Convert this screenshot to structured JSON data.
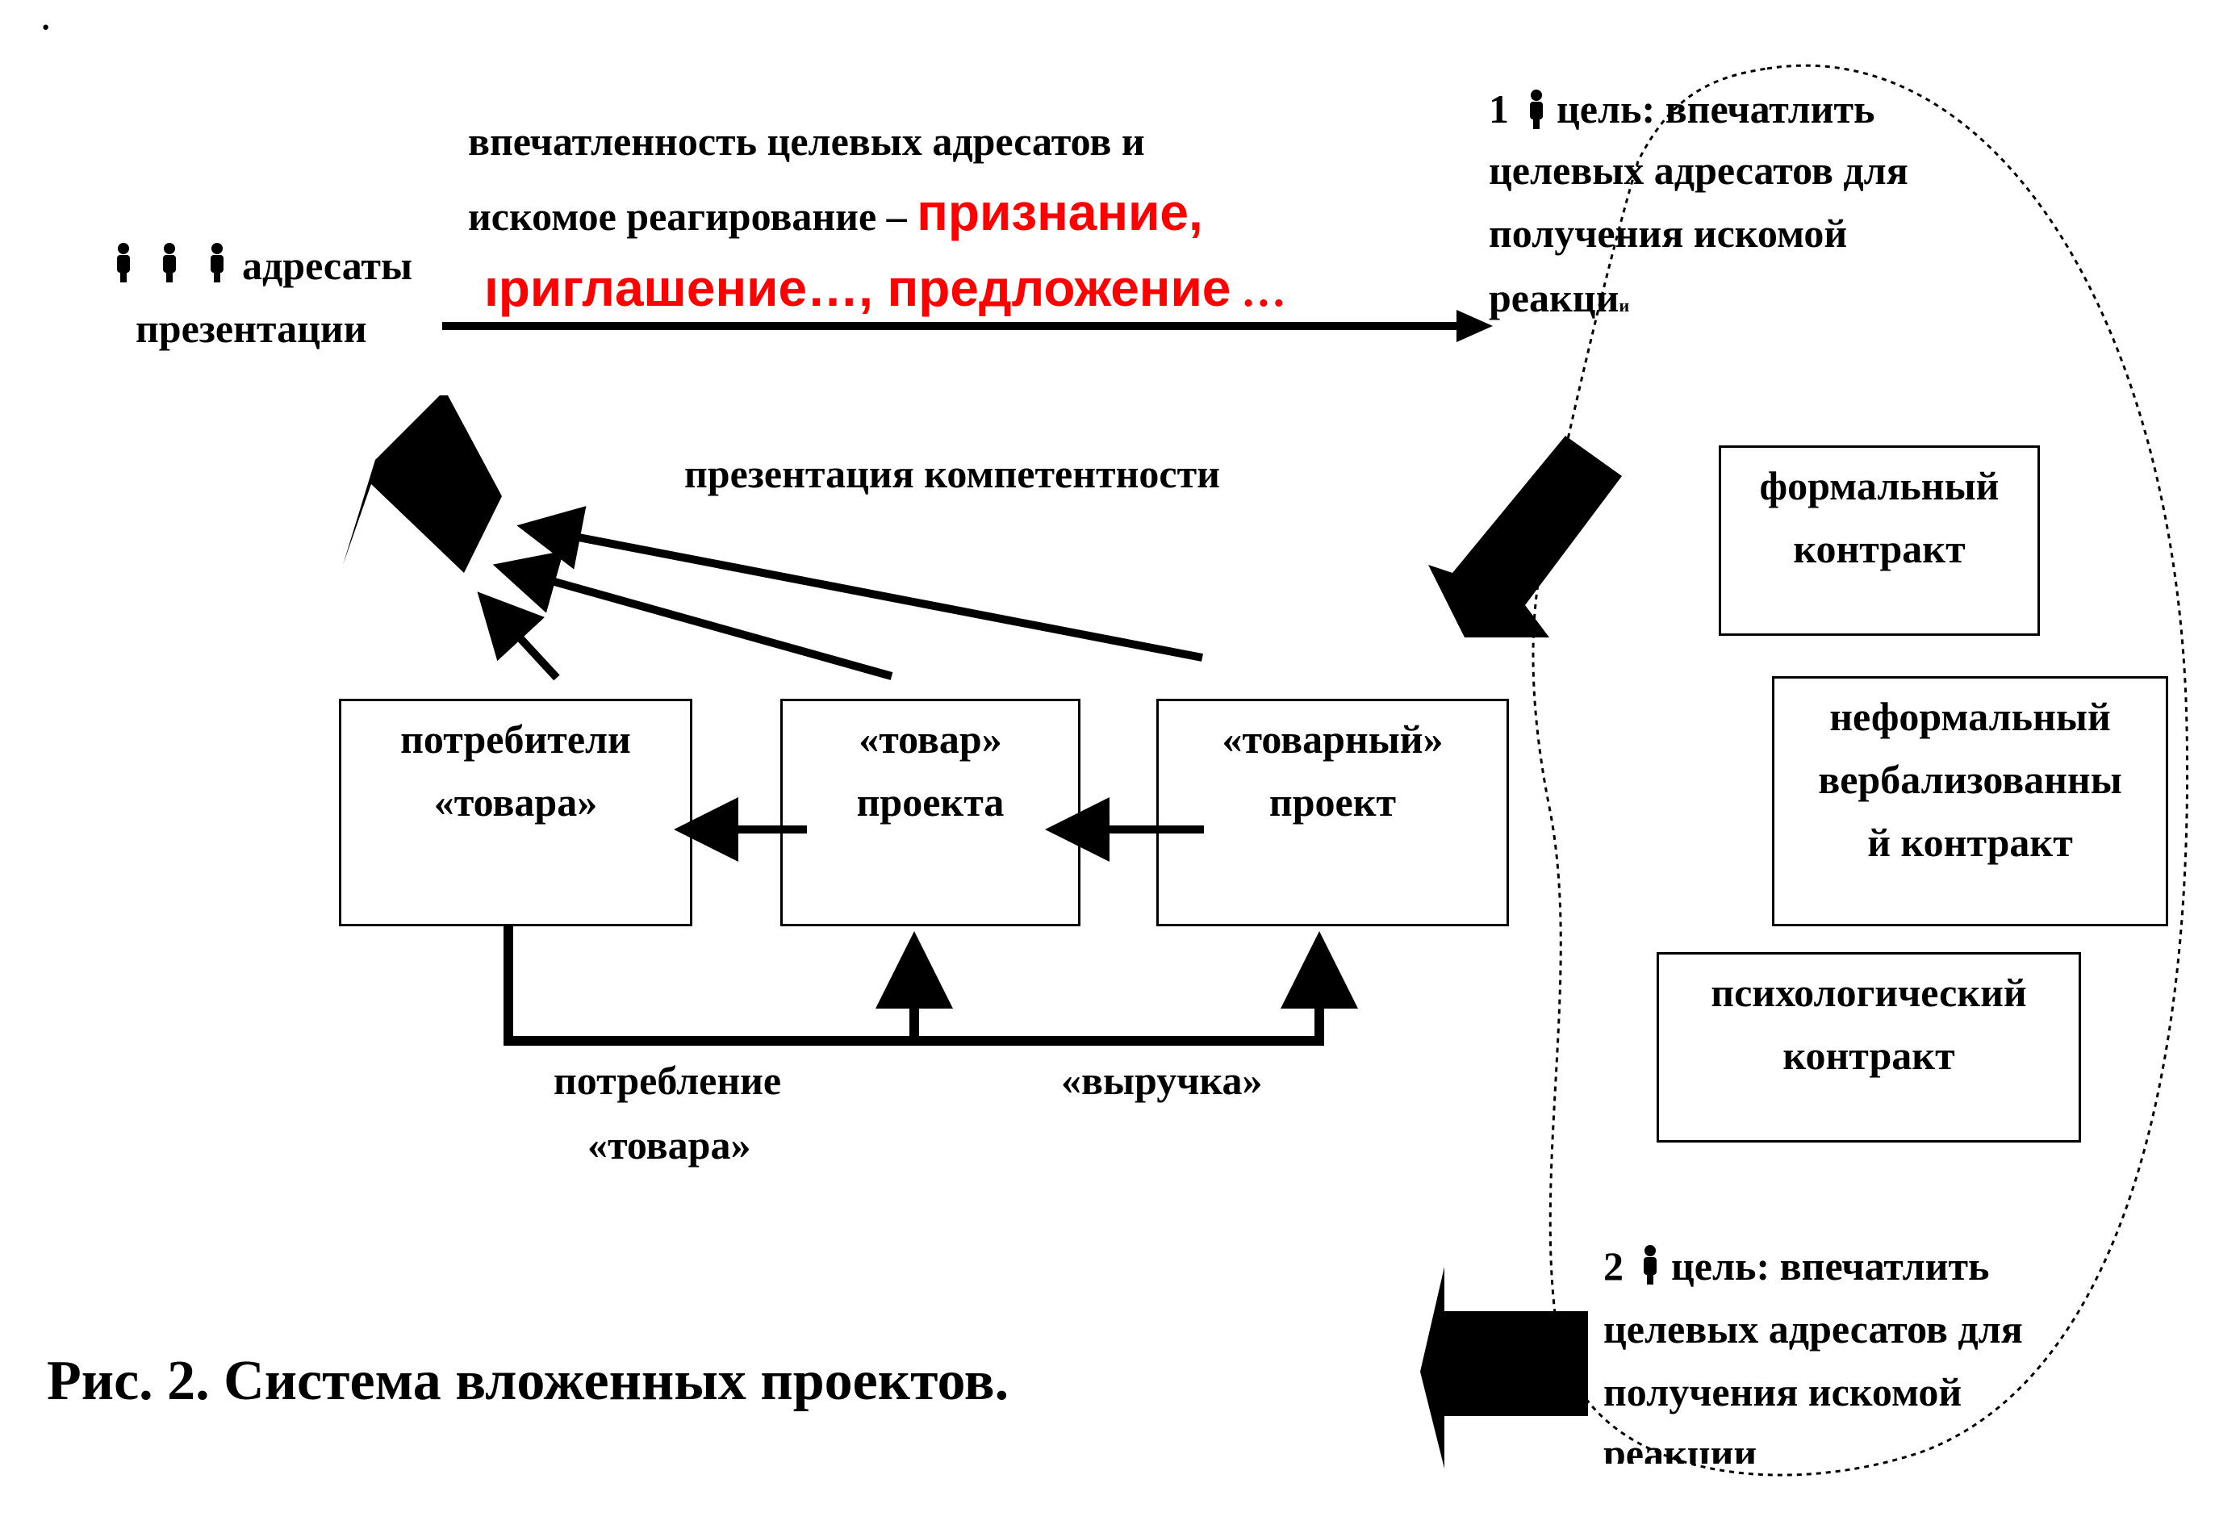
{
  "corner_mark": "·",
  "addressees": {
    "prefix_icons": "person-icon",
    "line1": "адресаты",
    "line2": "презентации"
  },
  "impression": {
    "line1": "впечатленность целевых адресатов и",
    "line2_black": "искомое реагирование –",
    "line2_red": "признание,",
    "line3_red": "ıриглашение…, предложение",
    "line3_black": "…"
  },
  "goal1": {
    "number": "1",
    "line1": "цель: впечатлить",
    "line2": "целевых адресатов для",
    "line3": "получения искомой",
    "line4": "реакци",
    "line4_tail": "и"
  },
  "competence_label": "презентация компетентности",
  "boxes": {
    "consumers": [
      "потребители",
      "«товара»"
    ],
    "product": [
      "«товар»",
      "проекта"
    ],
    "project": [
      "«товарный»",
      "проект"
    ],
    "formal": [
      "формальный",
      "контракт"
    ],
    "informal": [
      "неформальный",
      "вербализованны",
      "й контракт"
    ],
    "psych": [
      "психологический",
      "контракт"
    ]
  },
  "bottom_labels": {
    "consumption_l1": "потребление",
    "consumption_l2": "«товара»",
    "revenue": "«выручка»"
  },
  "goal2": {
    "number": "2",
    "line1": "цель: впечатлить",
    "line2": "целевых адресатов для",
    "line3": "получения искомой",
    "line4": "реакции"
  },
  "caption": "Рис. 2. Система вложенных проектов.",
  "colors": {
    "accent_red": "#ff0000",
    "ink": "#000000"
  }
}
